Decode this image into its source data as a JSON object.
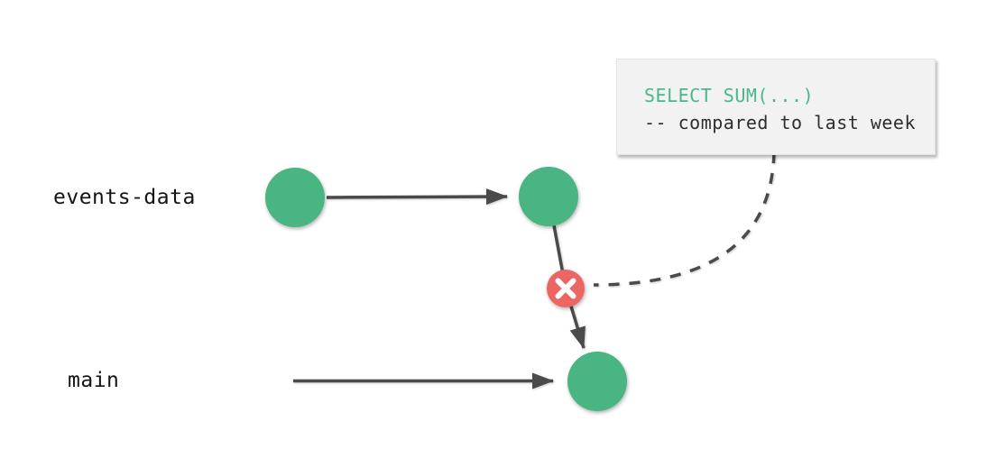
{
  "diagram": {
    "title_hint": "branch merge failure diagram",
    "branches": [
      {
        "label": "events-data"
      },
      {
        "label": "main"
      }
    ],
    "tooltip": {
      "line1": "SELECT SUM(...)",
      "line2": "-- compared to last week"
    },
    "error_icon": "x-icon"
  },
  "colors": {
    "commit_green": "#49B583",
    "error_red": "#EC6663",
    "line_gray": "#4A4A4A",
    "tooltip_bg": "#F2F2F2",
    "code_keyword_green": "#49B888",
    "code_comment_dark": "#2E2E2E"
  }
}
